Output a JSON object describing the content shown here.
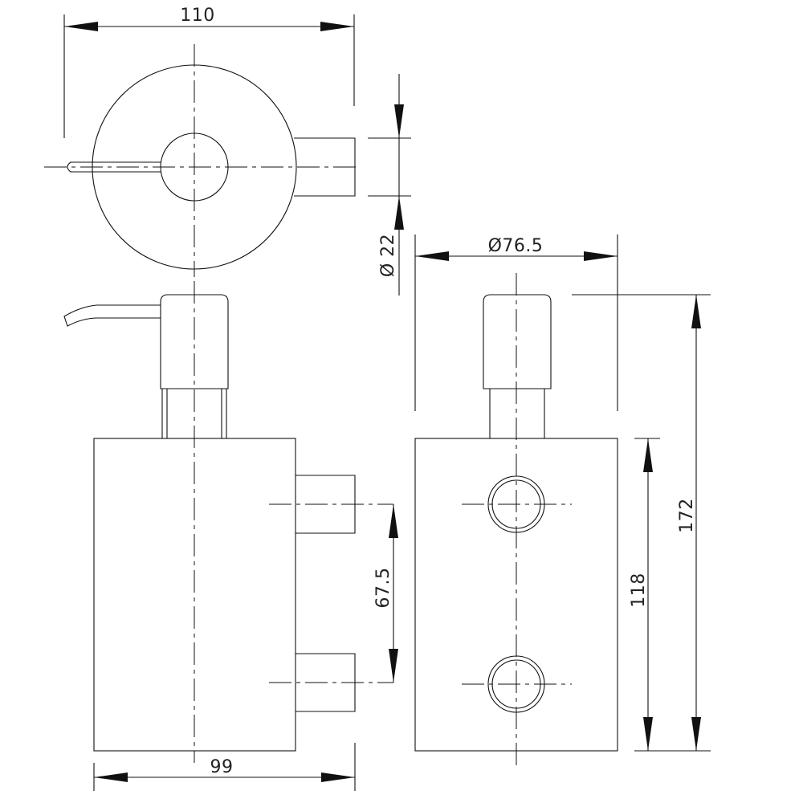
{
  "drawing": {
    "dimensions": {
      "overall_width": "110",
      "spout_diameter": "Ø 22",
      "body_diameter": "Ø76.5",
      "fixing_spacing": "67.5",
      "body_height": "118",
      "overall_height": "172",
      "body_depth": "99"
    },
    "colors": {
      "line": "#111111",
      "background": "#ffffff"
    }
  }
}
